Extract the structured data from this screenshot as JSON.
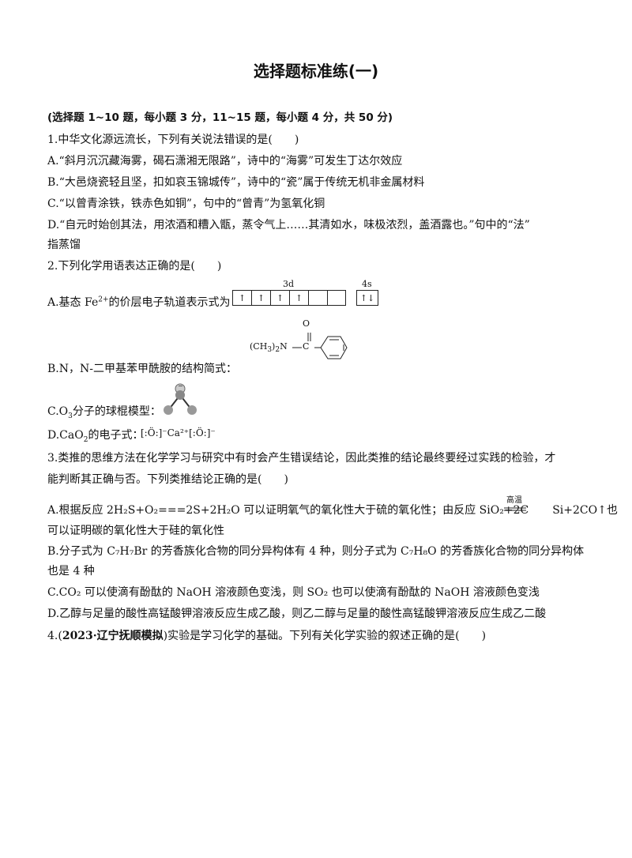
{
  "title": "选择题标准练(一)",
  "instructions": "(选择题 1~10 题，每小题 3 分，11~15 题，每小题 4 分，共 50 分)",
  "q1": {
    "stem": "1.中华文化源远流长，下列有关说法错误的是(　　)",
    "a": "A.“斜月沉沉藏海雾，碣石潇湘无限路”，诗中的“海雾”可发生丁达尔效应",
    "b": "B.“大邑烧瓷轻且坚，扣如哀玉锦城传”，诗中的“瓷”属于传统无机非金属材料",
    "c": "C.“以曾青涂铁，铁赤色如铜”，句中的“曾青”为氢氧化铜",
    "d1": "D.“自元时始创其法，用浓酒和糟入甑，蒸令气上……其清如水，味极浓烈，盖酒露也。”句中的“法”",
    "d2": "指蒸馏"
  },
  "q2": {
    "stem": "2.下列化学用语表达正确的是(　　)",
    "a_prefix": "A.基态 Fe",
    "a_sup": "2+",
    "a_suffix": "的价层电子轨道表示式为",
    "label_3d": "3d",
    "label_4s": "4s",
    "cells_3d": [
      "↑",
      "↑",
      "↑",
      "↑",
      "",
      ""
    ],
    "cells_4s": [
      "↑↓"
    ],
    "b_text": "B.N，N-二甲基苯甲酰胺的结构简式：",
    "b_struct_left": "(CH",
    "b_struct_sub": "3",
    "b_struct_right": ")",
    "b_struct_sub2": "2",
    "b_struct_n": "N",
    "b_struct_c": "C",
    "b_struct_o": "O",
    "c_text": "C.O",
    "c_sub": "3",
    "c_suffix": "分子的球棍模型：",
    "d_text": "D.CaO",
    "d_sub": "2",
    "d_suffix": "的电子式：",
    "d_formula": "[:Ö:]⁻Ca²⁺[:Ö:]⁻"
  },
  "q3": {
    "stem1": "3.类推的思维方法在化学学习与研究中有时会产生错误结论，因此类推的结论最终要经过实践的检验，才",
    "stem2": "能判断其正确与否。下列类推结论正确的是(　　)",
    "a1": "A.根据反应 2H₂S+O₂===2S+2H₂O 可以证明氧气的氧化性大于硫的氧化性；由反应 SiO₂+2C",
    "a1_cond": "高温",
    "a1_tail": "Si+2CO↑也",
    "a2": "可以证明碳的氧化性大于硅的氧化性",
    "b1": "B.分子式为 C₇H₇Br 的芳香族化合物的同分异构体有 4 种，则分子式为 C₇H₈O 的芳香族化合物的同分异构体",
    "b2": "也是 4 种",
    "c": "C.CO₂ 可以使滴有酚酞的 NaOH 溶液颜色变浅，则 SO₂ 也可以使滴有酚酞的 NaOH 溶液颜色变浅",
    "d": "D.乙醇与足量的酸性高锰酸钾溶液反应生成乙酸，则乙二醇与足量的酸性高锰酸钾溶液反应生成乙二酸"
  },
  "q4": {
    "prefix": "4.(",
    "source": "2023·辽宁抚顺模拟",
    "suffix": ")实验是学习化学的基础。下列有关化学实验的叙述正确的是(　　)"
  }
}
